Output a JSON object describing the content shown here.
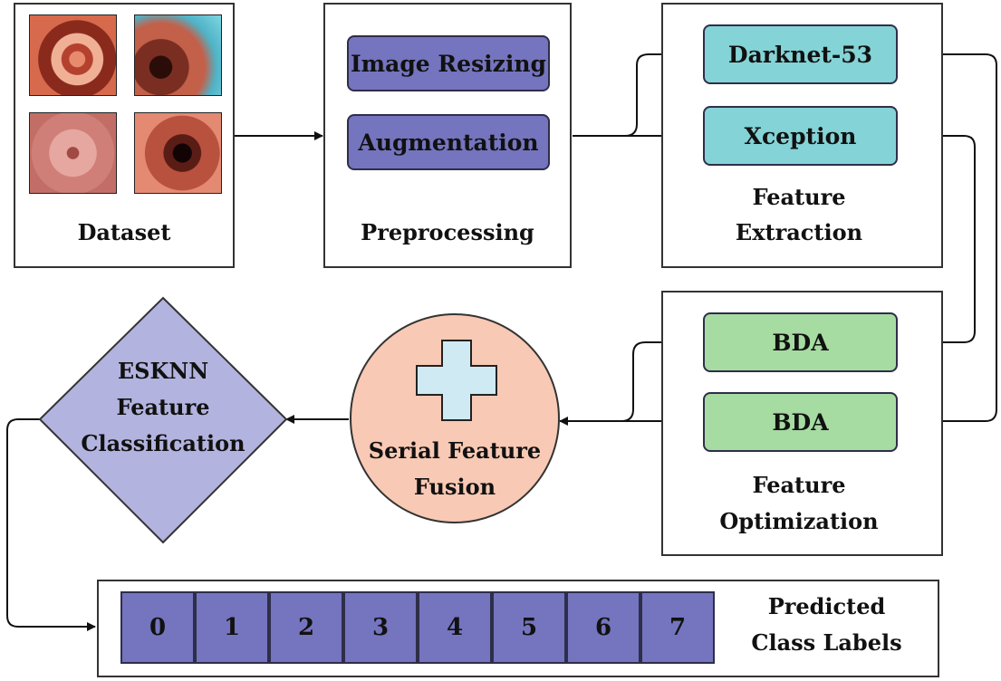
{
  "dataset": {
    "label": "Dataset",
    "images": [
      "endoscopy-image-1",
      "endoscopy-image-2",
      "endoscopy-image-3",
      "endoscopy-image-4"
    ]
  },
  "preprocessing": {
    "label": "Preprocessing",
    "steps": [
      "Image Resizing",
      "Augmentation"
    ]
  },
  "feature_extraction": {
    "line1": "Feature",
    "line2": "Extraction",
    "models": [
      "Darknet-53",
      "Xception"
    ]
  },
  "feature_optimization": {
    "line1": "Feature",
    "line2": "Optimization",
    "optimizers": [
      "BDA",
      "BDA"
    ]
  },
  "fusion": {
    "line1": "Serial Feature",
    "line2": "Fusion"
  },
  "classification": {
    "line1": "ESKNN",
    "line2": "Feature",
    "line3": "Classification"
  },
  "predicted": {
    "line1": "Predicted",
    "line2": "Class Labels",
    "classes": [
      "0",
      "1",
      "2",
      "3",
      "4",
      "5",
      "6",
      "7"
    ]
  },
  "colors": {
    "purple": "#7474bf",
    "cyan": "#84d3d6",
    "green": "#a6dba2",
    "fusion": "#f8c9b4",
    "diamond": "#b3b3e0",
    "plus": "#cfeaf2"
  }
}
